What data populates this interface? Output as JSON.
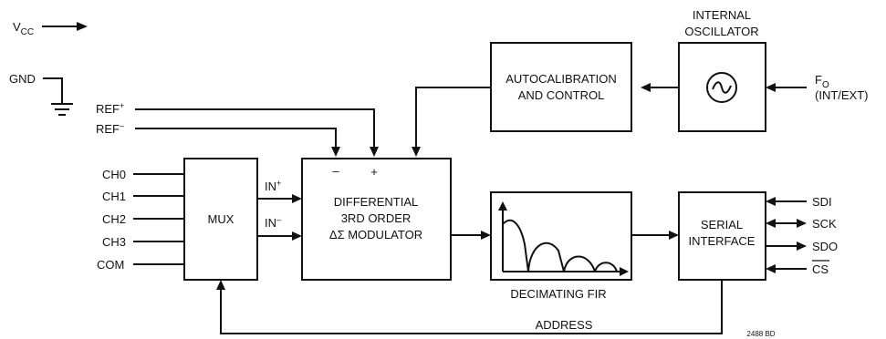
{
  "power": {
    "vcc_main": "V",
    "vcc_sub": "CC",
    "gnd": "GND"
  },
  "references": {
    "ref_pos_main": "REF",
    "ref_pos_sup": "+",
    "ref_neg_main": "REF",
    "ref_neg_sup": "–"
  },
  "channels": [
    "CH0",
    "CH1",
    "CH2",
    "CH3",
    "COM"
  ],
  "blocks": {
    "mux": "MUX",
    "modulator": [
      "DIFFERENTIAL",
      "3RD ORDER",
      "ΔΣ MODULATOR"
    ],
    "modulator_minus": "–",
    "modulator_plus": "+",
    "autocal": [
      "AUTOCALIBRATION",
      "AND CONTROL"
    ],
    "oscillator_title": [
      "INTERNAL",
      "OSCILLATOR"
    ],
    "oscillator_symbol": "~",
    "fir_label": "DECIMATING FIR",
    "serial": [
      "SERIAL",
      "INTERFACE"
    ]
  },
  "mux_outputs": {
    "in_pos_main": "IN",
    "in_pos_sup": "+",
    "in_neg_main": "IN",
    "in_neg_sup": "–"
  },
  "clock": {
    "fo_main": "F",
    "fo_sub": "O",
    "fo_mode": "(INT/EXT)"
  },
  "serial_pins": [
    "SDI",
    "SCK",
    "SDO",
    "CS"
  ],
  "address_label": "ADDRESS",
  "figure_id": "2488 BD"
}
